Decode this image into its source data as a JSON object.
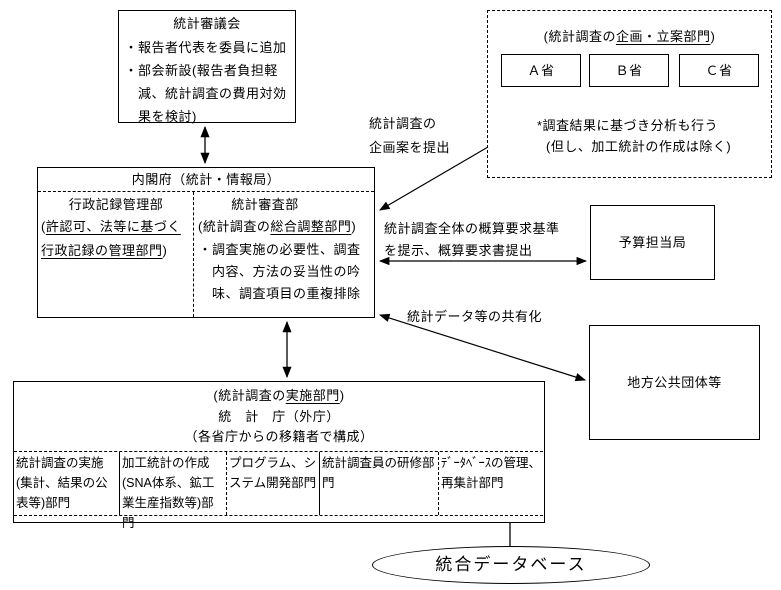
{
  "colors": {
    "line": "#000000",
    "background": "#ffffff"
  },
  "council": {
    "title": "統計審議会",
    "bullet1": "・報告者代表を委員に追加",
    "bullet2": "・部会新設(報告者負担軽減、統計調査の費用対効果を検討)"
  },
  "cabinet": {
    "title": "内閣府（統計・情報局）",
    "records": {
      "title": "行政記録管理部",
      "note_pre": "(",
      "note_u": "許認可、法等に基づく行政記録の管理部門",
      "note_post": ")"
    },
    "review": {
      "title": "統計審査部",
      "note_pre": "(統計調査の",
      "note_u": "総合調整部門",
      "note_post": ")",
      "bullet": "・調査実施の必要性、調査内容、方法の妥当性の吟味、調査項目の重複排除"
    }
  },
  "planning": {
    "label_pre": "(統計調査の",
    "label_u": "企画・立案部門",
    "label_post": ")",
    "ministries": [
      "Ａ省",
      "Ｂ省",
      "Ｃ省"
    ],
    "note1": "*調査結果に基づき分析も行う",
    "note2": "(但し、加工統計の作成は除く)"
  },
  "budget": {
    "title": "予算担当局"
  },
  "localgov": {
    "title": "地方公共団体等"
  },
  "agency": {
    "label_pre": "(統計調査の",
    "label_u": "実施部門",
    "label_post": ")",
    "name": "統　計　庁（外庁）",
    "composition": "（各省庁からの移籍者で構成）",
    "cells": [
      "統計調査の実施(集計、結果の公表等)部門",
      "加工統計の作成(SNA体系、鉱工業生産指数等)部門",
      "プログラム、システム開発部門",
      "統計調査員の研修部門",
      "ﾃﾞｰﾀﾍﾞｰｽの管理、再集計部門"
    ]
  },
  "labels": {
    "proposal1": "統計調査の",
    "proposal2": "企画案を提出",
    "budget1": "統計調査全体の概算要求基準",
    "budget2": "を提示、概算要求書提出",
    "sharing": "統計データ等の共有化"
  },
  "database": {
    "title": "統合データベース"
  }
}
